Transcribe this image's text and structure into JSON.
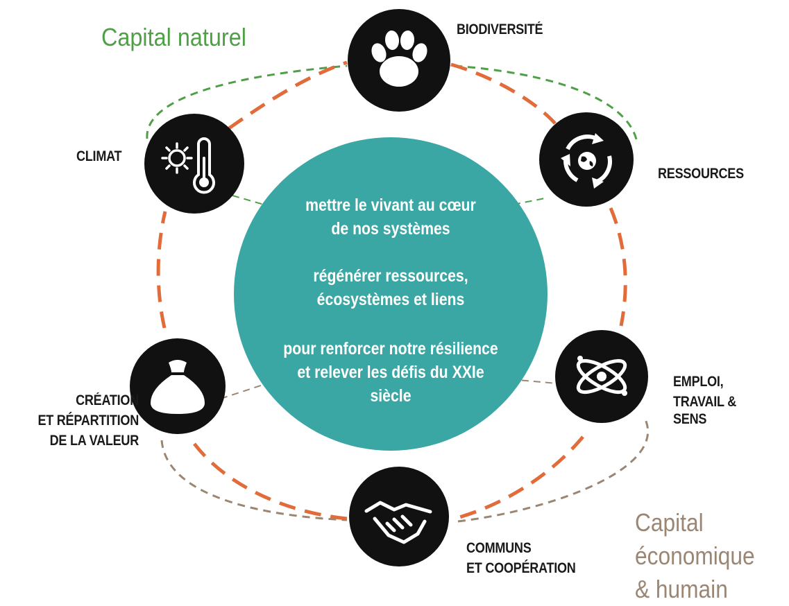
{
  "capitals": {
    "natural": {
      "label": "Capital naturel",
      "color": "#4f9f47"
    },
    "economic": {
      "lines": [
        "Capital",
        "économique",
        "& humain"
      ],
      "color": "#9a8673"
    }
  },
  "center": {
    "color": "#3aa7a5",
    "lines": [
      "mettre le vivant au cœur",
      "de nos systèmes",
      "régénérer  ressources,",
      "écosystèmes et  liens",
      "pour renforcer notre résilience",
      "et relever les défis du XXIe",
      "siècle"
    ]
  },
  "ring_color": "#e26b3a",
  "nodes": {
    "biodiversite": {
      "label": "BIODIVERSITÉ",
      "icon": "paw-icon"
    },
    "ressources": {
      "label": "RESSOURCES",
      "icon": "recycle-globe-icon"
    },
    "emploi": {
      "lines": [
        "EMPLOI,",
        "TRAVAIL & SENS"
      ],
      "icon": "atom-icon"
    },
    "communs": {
      "lines": [
        "COMMUNS",
        "ET COOPÉRATION"
      ],
      "icon": "handshake-icon"
    },
    "creation": {
      "lines": [
        "CRÉATION",
        "ET RÉPARTITION",
        "DE LA VALEUR"
      ],
      "icon": "money-bag-icon"
    },
    "climat": {
      "label": "CLIMAT",
      "icon": "sun-thermometer-icon"
    }
  }
}
